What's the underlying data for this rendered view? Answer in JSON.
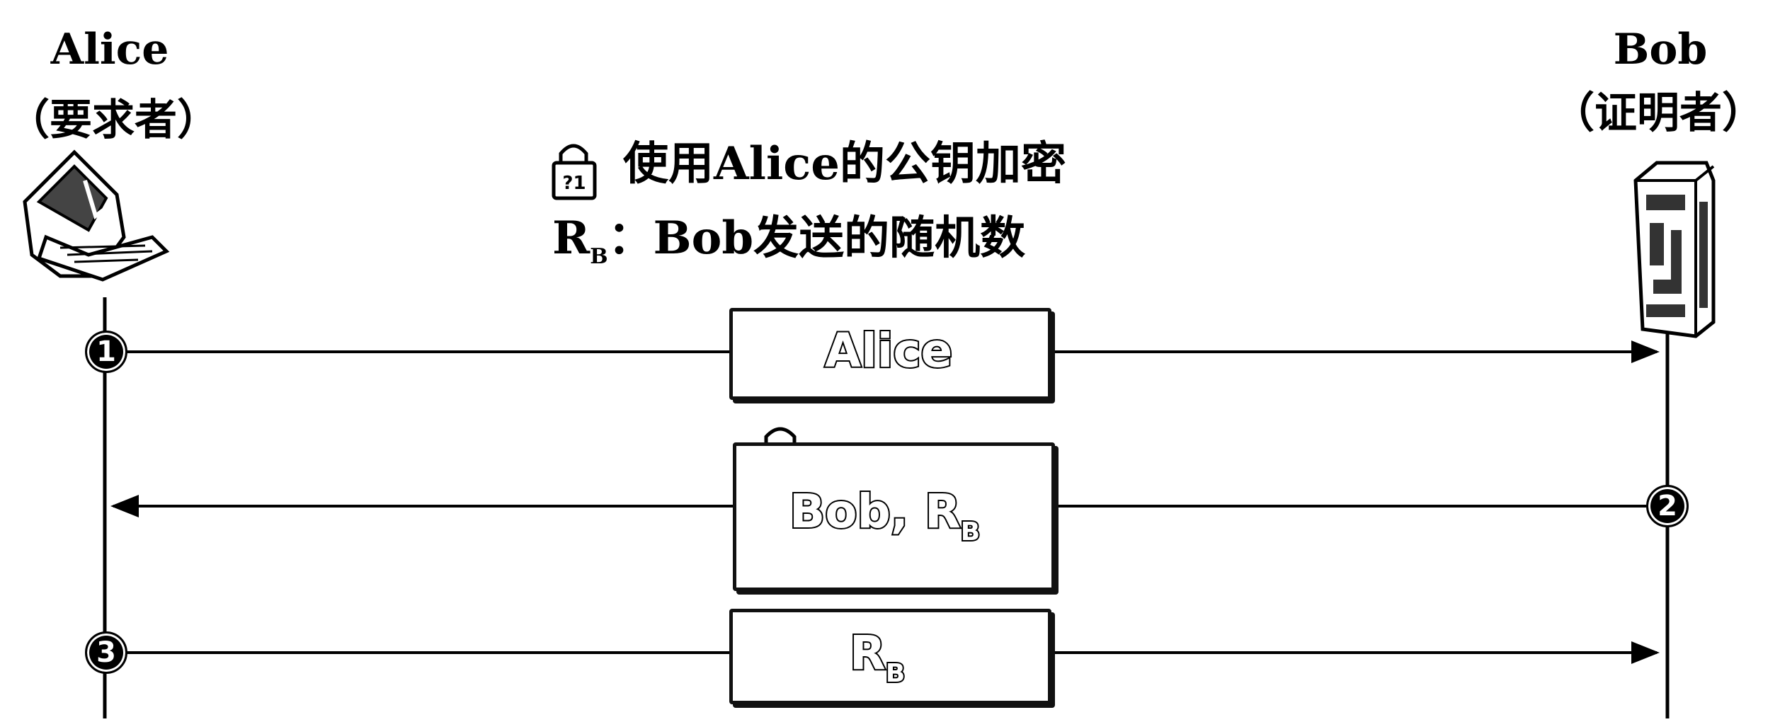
{
  "actors": {
    "alice": {
      "name": "Alice",
      "role": "（要求者）",
      "icon": "laptop-icon"
    },
    "bob": {
      "name": "Bob",
      "role": "（证明者）",
      "icon": "server-icon"
    }
  },
  "legend": {
    "lock_text": "使用Alice的公钥加密",
    "lock_icon": "padlock-icon",
    "rb_symbol": "R",
    "rb_sub": "B",
    "rb_text": "：Bob发送的随机数"
  },
  "messages": [
    {
      "step": "1",
      "direction": "alice-to-bob",
      "content": "Alice",
      "encrypted": false
    },
    {
      "step": "2",
      "direction": "bob-to-alice",
      "content": "Bob, R",
      "content_sub": "B",
      "encrypted": true
    },
    {
      "step": "3",
      "direction": "alice-to-bob",
      "content": "R",
      "content_sub": "B",
      "encrypted": false
    }
  ],
  "colors": {
    "line": "#000000",
    "background": "#ffffff"
  }
}
